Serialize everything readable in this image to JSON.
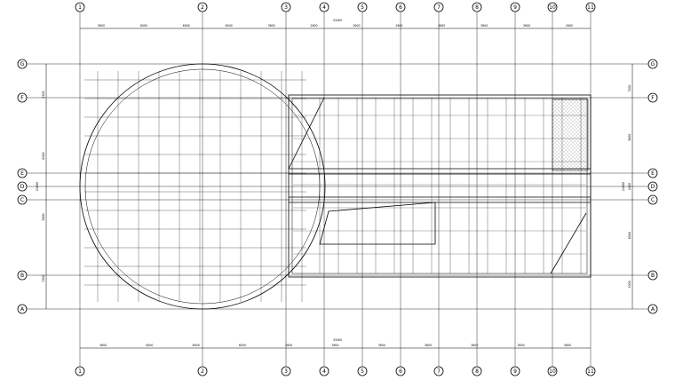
{
  "drawing": {
    "grid_columns": [
      "1",
      "2",
      "3",
      "4",
      "5",
      "6",
      "7",
      "8",
      "9",
      "10",
      "11"
    ],
    "grid_rows": [
      "G",
      "F",
      "E",
      "D",
      "C",
      "B",
      "A"
    ],
    "top_dimensions": [
      "3600",
      "6000",
      "6000",
      "6000",
      "3600",
      "2600",
      "2600",
      "2600",
      "3600",
      "3600",
      "3600",
      "2600"
    ],
    "top_total": "43400",
    "bottom_dimensions": [
      "3600",
      "6000",
      "6000",
      "6000",
      "2600",
      "3600",
      "3600",
      "3600",
      "3600",
      "3600",
      "3600"
    ],
    "bottom_total": "43400",
    "left_dimensions": [
      "3300",
      "6000",
      "3600",
      "3300"
    ],
    "left_total": "21600",
    "right_dimensions": [
      "7200",
      "3600",
      "2400",
      "6000",
      "3300"
    ],
    "right_total": "21600",
    "colors": {
      "line": "#000000",
      "background": "#ffffff"
    }
  }
}
